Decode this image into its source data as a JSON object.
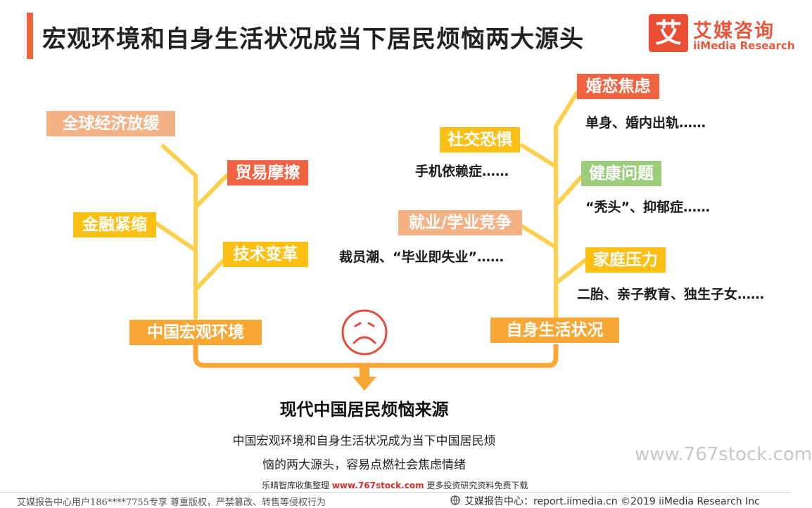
{
  "header": {
    "title": "宏观环境和自身生活状况成当下居民烦恼两大源头",
    "logo_mark": "艾",
    "logo_cn": "艾媒咨询",
    "logo_en": "iiMedia Research"
  },
  "left_tree": {
    "root": "中国宏观环境",
    "branches": [
      {
        "label": "全球经济放缓"
      },
      {
        "label": "贸易摩擦"
      },
      {
        "label": "金融紧缩"
      },
      {
        "label": "技术变革"
      }
    ]
  },
  "right_tree": {
    "root": "自身生活状况",
    "branches": [
      {
        "label": "婚恋焦虑",
        "desc": "单身、婚内出轨……"
      },
      {
        "label": "社交恐惧",
        "desc": "手机依赖症……"
      },
      {
        "label": "健康问题",
        "desc": "“秃头”、抑郁症……"
      },
      {
        "label": "就业/学业竞争",
        "desc": "裁员潮、“毕业即失业”……"
      },
      {
        "label": "家庭压力",
        "desc": "二胎、亲子教育、独生子女……"
      }
    ]
  },
  "result": {
    "title": "现代中国居民烦恼来源",
    "line1": "中国宏观环境和自身生活状况成为当下中国居民烦",
    "line2": "恼的两大源头，容易点燃社会焦虑情绪"
  },
  "watermark": {
    "site": "www.767stock.com",
    "note_prefix": "乐晴智库收集整理",
    "note_site": "www.767stock.com",
    "note_suffix": "更多投资研究资料免费下载"
  },
  "footer": {
    "left": "艾媒报告中心用户186****7755专享 尊重版权，严禁篡改、转售等侵权行为",
    "right": "艾媒报告中心：report.iimedia.cn   ©2019  iiMedia Research  Inc"
  },
  "colors": {
    "accent": "#f0623a",
    "branch_line": "#fcd04e",
    "bracket": "#f8a734",
    "peach": "#f3b184",
    "red": "#ef6340",
    "yellow": "#fcbf14",
    "green": "#9bcd7d"
  }
}
